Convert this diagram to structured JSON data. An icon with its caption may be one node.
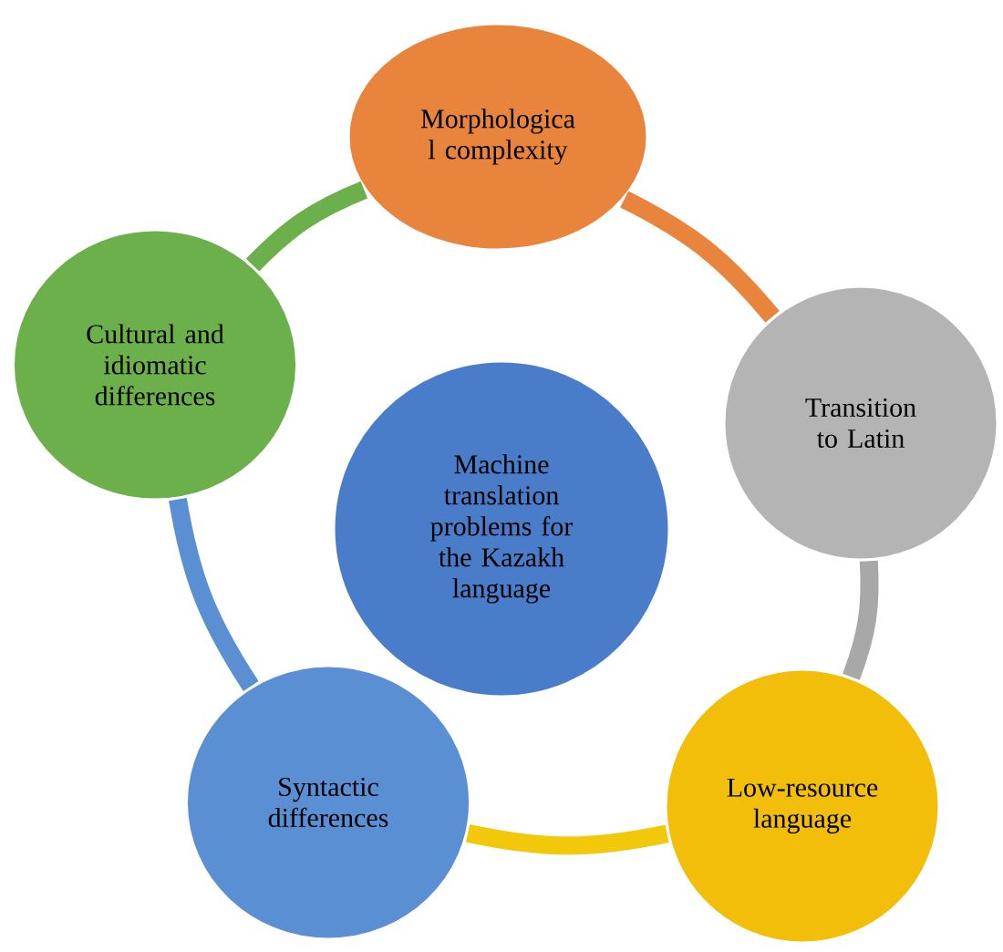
{
  "diagram": {
    "nodes": [
      {
        "text": [
          "Machine translation problems for the Kazakh language"
        ]
      },
      {
        "text": [
          "Morphologica l complexity"
        ]
      },
      {
        "text": [
          "Transition to Latin"
        ]
      },
      {
        "text": [
          "Low-resource language"
        ]
      },
      {
        "text": [
          "Syntactic differences"
        ]
      },
      {
        "text": [
          "Cultural and idiomatic differences"
        ]
      }
    ],
    "edges": [
      {
        "from": 1,
        "to": 2,
        "arrow": "none",
        "color": "#e8843c"
      },
      {
        "from": 2,
        "to": 3,
        "arrow": "none",
        "color": "#a8a8a8"
      },
      {
        "from": 3,
        "to": 4,
        "arrow": "none",
        "color": "#f2c80a"
      },
      {
        "from": 4,
        "to": 5,
        "arrow": "none",
        "color": "#5b8fd3"
      },
      {
        "from": 5,
        "to": 1,
        "arrow": "none",
        "color": "#6bb04a"
      }
    ]
  }
}
